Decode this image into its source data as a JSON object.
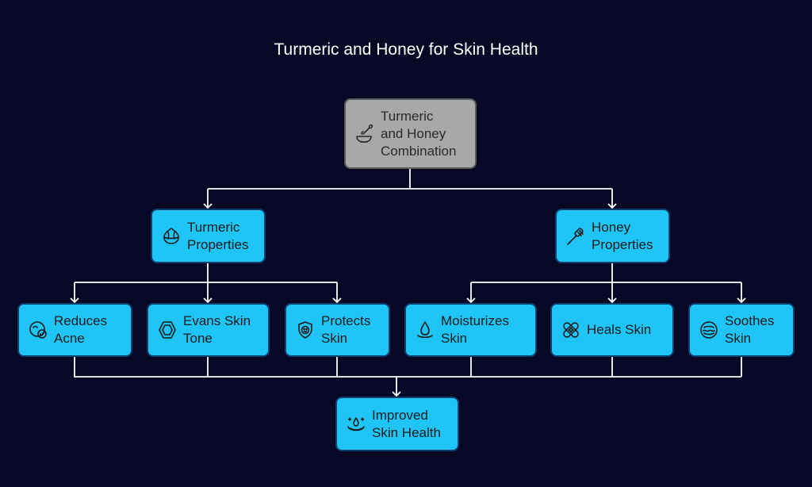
{
  "title": "Turmeric and Honey for Skin Health",
  "nodes": {
    "root": {
      "label": "Turmeric\nand Honey\nCombination",
      "icon": "honey-dipper-bowl-icon"
    },
    "turmeric": {
      "label": "Turmeric\nProperties",
      "icon": "turmeric-root-icon"
    },
    "honey": {
      "label": "Honey\nProperties",
      "icon": "honey-dipper-icon"
    },
    "reduces_acne": {
      "label": "Reduces\nAcne",
      "icon": "face-check-icon"
    },
    "evens_tone": {
      "label": "Evans Skin\nTone",
      "icon": "hexagon-nut-icon"
    },
    "protects_skin": {
      "label": "Protects\nSkin",
      "icon": "shield-face-icon"
    },
    "moisturizes": {
      "label": "Moisturizes\nSkin",
      "icon": "water-drop-icon"
    },
    "heals_skin": {
      "label": "Heals Skin",
      "icon": "bandage-icon"
    },
    "soothes_skin": {
      "label": "Soothes\nSkin",
      "icon": "soothing-waves-icon"
    },
    "improved": {
      "label": "Improved\nSkin Health",
      "icon": "sparkle-drop-icon"
    }
  },
  "colors": {
    "background": "#070726",
    "node_fill": "#1ec5f6",
    "root_fill": "#a8a8a8",
    "connector": "#ffffff"
  }
}
